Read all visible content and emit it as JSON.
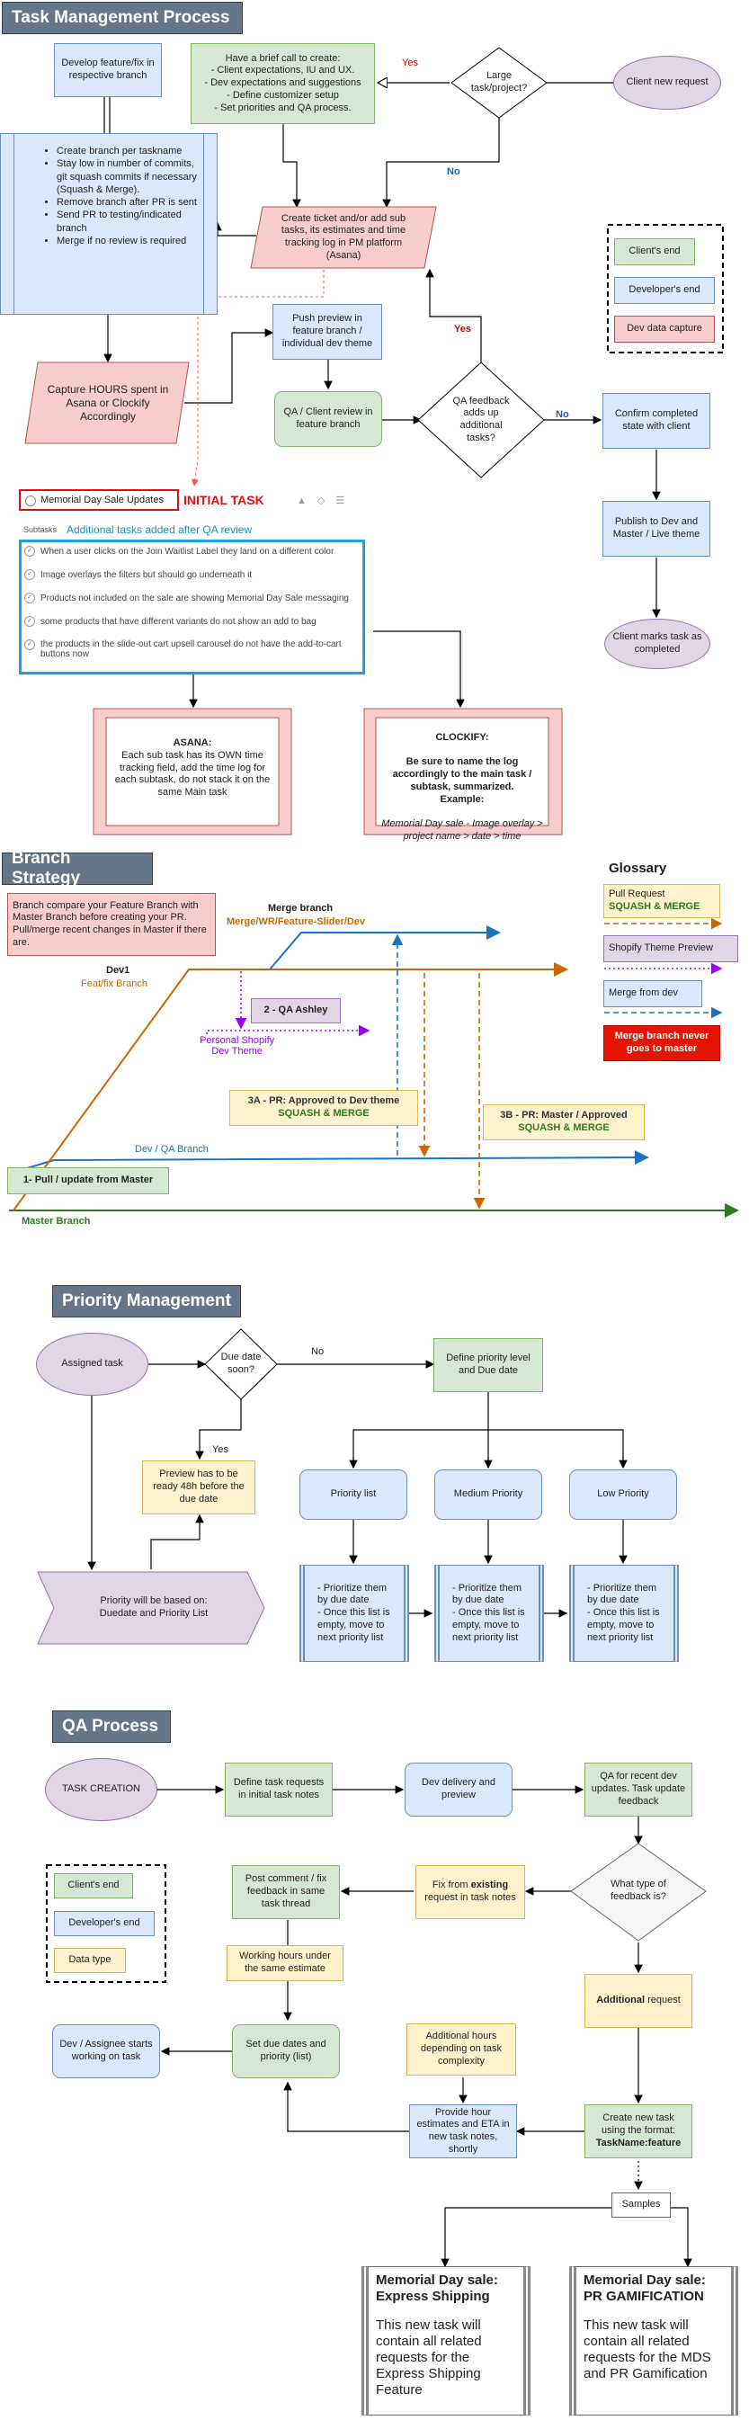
{
  "sections": {
    "task": "Task Management Process",
    "branch": "Branch Strategy",
    "priority": "Priority Management",
    "qa": "QA Process"
  },
  "task": {
    "develop": "Develop feature/fix in respective branch",
    "brief_call": "Have a brief call to create:\n- Client expectations, IU and UX.\n- Dev expectations and suggestions\n- Define customizer setup\n- Set priorities and QA process.",
    "large_task": "Large task/project?",
    "client_request": "Client new request",
    "yes1": "Yes",
    "no1": "No",
    "bullets": [
      "Create branch per taskname",
      "Stay low in number of commits, git squash commits if necessary (Squash & Merge).",
      "Remove branch after PR is sent",
      "Send PR to testing/indicated branch",
      "Merge if no review is required"
    ],
    "create_ticket": "Create ticket and/or add sub tasks, its estimates and time tracking log in PM platform (Asana)",
    "push_preview": "Push preview in feature branch / individual dev theme",
    "capture_hours": "Capture HOURS spent in Asana or Clockify Accordingly",
    "qa_client_review": "QA / Client review in feature branch",
    "qa_feedback": "QA feedback adds up additional tasks?",
    "yes2": "Yes",
    "no2": "No",
    "confirm": "Confirm completed state with client",
    "publish": "Publish to Dev and Master / Live theme",
    "marks_done": "Client marks task as completed",
    "legend": {
      "client": "Client's end",
      "developer": "Developer's end",
      "devdata": "Dev data capture"
    },
    "asana_task_title": "Memorial Day Sale Updates",
    "initial_task": "INITIAL TASK",
    "subtasks_label": "Subtasks",
    "subtasks_note": "Additional tasks added after QA review",
    "subtasks": [
      "When a user clicks on the Join Waitlist Label they land on a different color",
      "Image overlays the filters but should go underneath it",
      "Products not included on the sale are showing Memorial Day Sale messaging",
      "some products that have different variants do not show an add to bag",
      "the products in the slide-out cart upsell carousel do not have the add-to-cart buttons now"
    ],
    "asana_note_title": "ASANA:",
    "asana_note_body": "Each sub task has its OWN time tracking field, add the time log for each subtask, do not stack it on the same Main task",
    "clockify_title": "CLOCKIFY:",
    "clockify_body": "Be sure to name the log accordingly to the main task / subtask, summarized.\nExample:",
    "clockify_example": "Memorial Day sale - Image overlay > project name > date > time"
  },
  "branch": {
    "compare_note": "Branch compare your Feature Branch with Master Branch before creating your PR. Pull/merge recent changes in Master if there are.",
    "merge_branch": "Merge branch",
    "merge_branch_name": "Merge/WR/Feature-Slider/Dev",
    "dev1": "Dev1",
    "feat_branch": "Feat/fix Branch",
    "qa_ashley": "2 - QA Ashley",
    "personal_theme": "Personal Shopify\nDev Theme",
    "pr3a": "3A - PR: Approved to Dev theme",
    "pr3a_sub": "SQUASH & MERGE",
    "pr3b": "3B - PR: Master / Approved",
    "pr3b_sub": "SQUASH & MERGE",
    "dev_qa_branch": "Dev / QA Branch",
    "pull_update": "1- Pull / update from Master",
    "master_branch": "Master Branch",
    "glossary_title": "Glossary",
    "glossary": {
      "pull_request": "Pull Request",
      "squash_merge": "SQUASH & MERGE",
      "theme_preview": "Shopify Theme Preview",
      "merge_from_dev": "Merge from dev",
      "never_master": "Merge branch never goes to master"
    }
  },
  "priority": {
    "assigned": "Assigned task",
    "due_soon": "Due date soon?",
    "no": "No",
    "yes": "Yes",
    "define_priority": "Define priority level and Due date",
    "preview_ready": "Preview has to be ready 48h before the due date",
    "priority_list": "Priority list",
    "medium": "Medium Priority",
    "low": "Low Priority",
    "based_on": "Priority will be based on:\nDuedate and Priority List",
    "sub_text": "- Prioritize them by due date\n- Once this list is empty, move to next priority list"
  },
  "qa": {
    "creation": "TASK CREATION",
    "define_requests": "Define task requests in initial task notes",
    "dev_delivery": "Dev delivery and preview",
    "qa_recent": "QA for recent dev updates. Task update feedback",
    "feedback_type": "What type of feedback is?",
    "post_comment": "Post comment / fix feedback in same task thread",
    "fix_from_pre": "Fix from ",
    "fix_from_bold": "existing",
    "fix_from_post": " request in task notes",
    "working_hours": "Working hours under the same estimate",
    "additional_request_bold": "Additional",
    "additional_request_post": " request",
    "legend": {
      "client": "Client's end",
      "developer": "Developer's end",
      "datatype": "Data type"
    },
    "dev_assignee": "Dev / Assignee starts working on task",
    "set_due": "Set due dates and priority (list)",
    "additional_hours": "Additional hours depending on task complexity",
    "provide_hours": "Provide hour estimates and ETA in new task notes, shortly",
    "create_new_pre": "Create new task using the format:",
    "create_new_bold": "TaskName:feature",
    "samples": "Samples",
    "sample1_title": "Memorial Day sale: Express Shipping",
    "sample1_body": "This new task will contain all related requests for the Express Shipping Feature",
    "sample2_title": "Memorial Day sale: PR GAMIFICATION",
    "sample2_body": "This new task will contain all related requests for the MDS and PR Gamification"
  },
  "colors": {
    "green": "#d5e8d4",
    "blue": "#dae8fc",
    "red": "#f8cecc",
    "yellow": "#fff2cc",
    "purple": "#e1d5e7",
    "header": "#647687",
    "orange_branch": "#cc6600",
    "blue_branch": "#1e73be",
    "master_green": "#2d7a1f",
    "purple_dotted": "#9900ff"
  }
}
